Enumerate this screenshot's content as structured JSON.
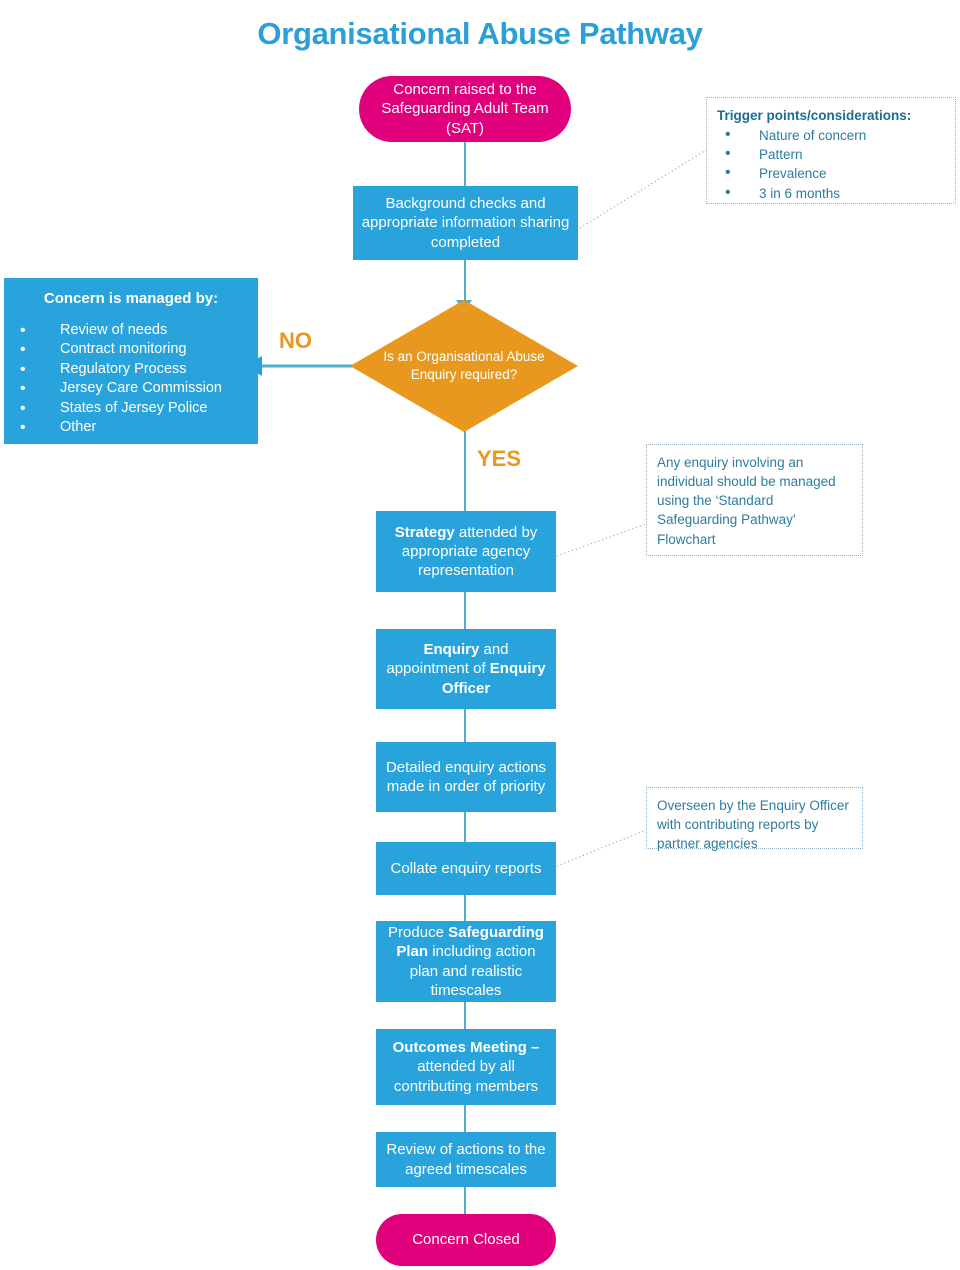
{
  "title": "Organisational Abuse Pathway",
  "colors": {
    "blue": "#29A3DC",
    "pink": "#E0007C",
    "orange": "#E8981F",
    "connector": "#4FAFC9",
    "note_text": "#2E7C9E",
    "note_border": "#9ab3c4"
  },
  "nodes": {
    "start": "Concern raised to the Safeguarding Adult Team (SAT)",
    "background_checks": "Background checks and appropriate information sharing completed",
    "decision": "Is an Organisational Abuse Enquiry required?",
    "strategy_pre": "",
    "strategy_bold": "Strategy",
    "strategy_post": " attended by appropriate agency representation",
    "enquiry_bold1": "Enquiry",
    "enquiry_mid": " and appointment of ",
    "enquiry_bold2": "Enquiry Officer",
    "detailed_actions": "Detailed enquiry actions made in order of priority",
    "collate": "Collate enquiry reports",
    "produce_pre": "Produce ",
    "produce_bold": "Safeguarding Plan",
    "produce_post": " including action plan and realistic timescales",
    "outcomes_bold": "Outcomes Meeting –",
    "outcomes_post": " attended by all contributing members",
    "review": "Review of actions to the agreed timescales",
    "end": "Concern Closed"
  },
  "branches": {
    "no": "NO",
    "yes": "YES"
  },
  "managed_by": {
    "heading": "Concern is managed by:",
    "items": [
      "Review of needs",
      "Contract monitoring",
      "Regulatory Process",
      "Jersey Care Commission",
      "States of Jersey Police",
      "Other"
    ]
  },
  "notes": {
    "trigger": {
      "heading": "Trigger points/considerations:",
      "items": [
        "Nature of concern",
        "Pattern",
        "Prevalence",
        "3 in 6 months"
      ]
    },
    "individual": "Any enquiry involving an individual should be managed using the ‘Standard Safeguarding Pathway’ Flowchart",
    "overseen": "Overseen by the Enquiry Officer with contributing reports by partner agencies"
  }
}
